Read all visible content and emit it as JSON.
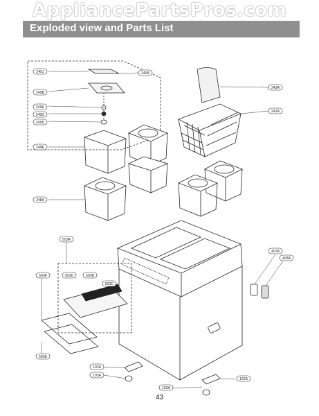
{
  "watermark": "AppliancePartsPros.com",
  "title": "Exploded view and Parts List",
  "page_number": "43",
  "callouts": [
    "249J",
    "249A",
    "249B",
    "249H",
    "249G",
    "249D",
    "243A",
    "241A",
    "249E",
    "248A",
    "503A",
    "407A",
    "408A",
    "503F",
    "503D",
    "503B",
    "503C",
    "503E",
    "102A",
    "103A",
    "103A",
    "102A"
  ]
}
